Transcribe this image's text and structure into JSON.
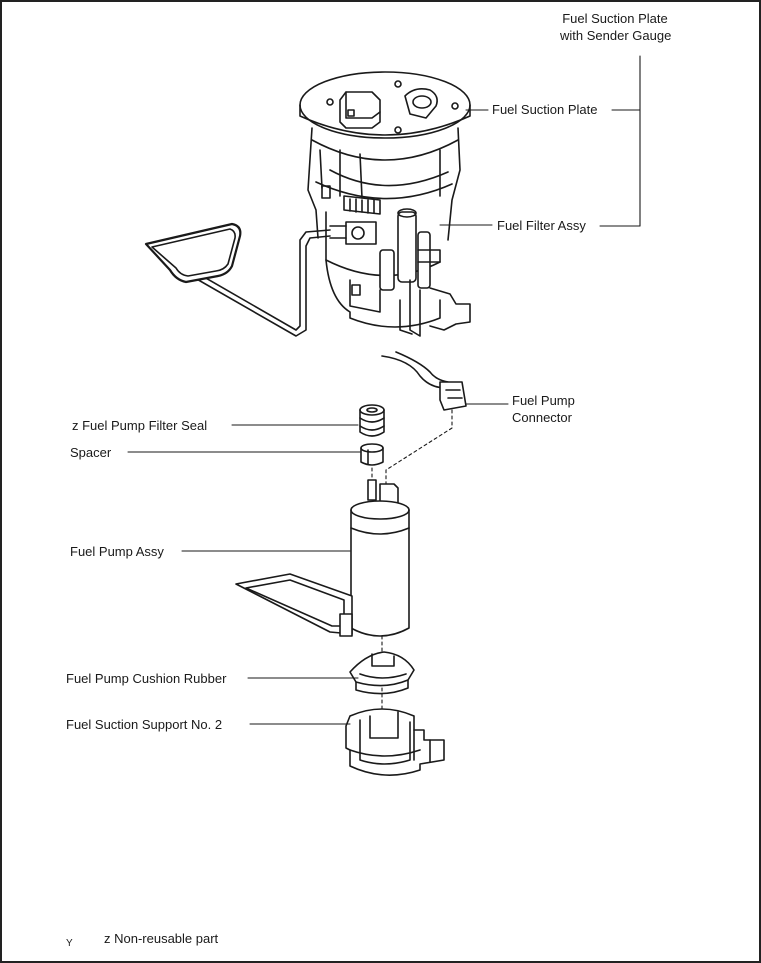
{
  "labels": {
    "suction_plate_with_gauge_line1": "Fuel Suction Plate",
    "suction_plate_with_gauge_line2": "with Sender Gauge",
    "suction_plate": "Fuel Suction Plate",
    "filter_assy": "Fuel Filter Assy",
    "pump_connector_line1": "Fuel Pump",
    "pump_connector_line2": "Connector",
    "filter_seal": "z Fuel Pump Filter Seal",
    "spacer": "Spacer",
    "pump_assy": "Fuel Pump Assy",
    "cushion_rubber": "Fuel Pump Cushion Rubber",
    "support_no2": "Fuel Suction Support No. 2"
  },
  "legend": {
    "mark": "Y",
    "text": "z Non-reusable part"
  }
}
